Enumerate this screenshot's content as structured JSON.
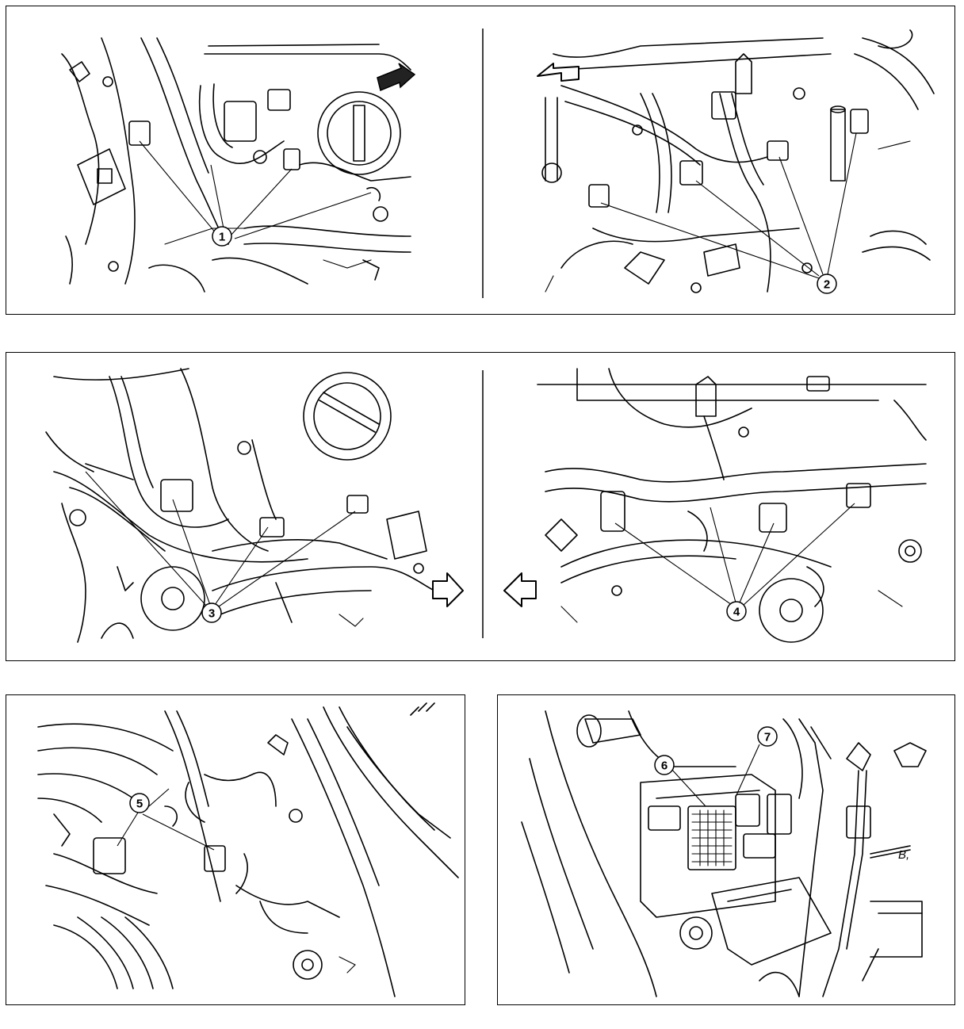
{
  "callouts": [
    {
      "id": "1",
      "label": "1"
    },
    {
      "id": "2",
      "label": "2"
    },
    {
      "id": "3",
      "label": "3"
    },
    {
      "id": "4",
      "label": "4"
    },
    {
      "id": "5",
      "label": "5"
    },
    {
      "id": "6",
      "label": "6"
    },
    {
      "id": "7",
      "label": "7"
    }
  ],
  "fragment_text": "B,",
  "colors": {
    "line": "#000000",
    "background": "#ffffff",
    "arrow_fill": "#222222"
  }
}
